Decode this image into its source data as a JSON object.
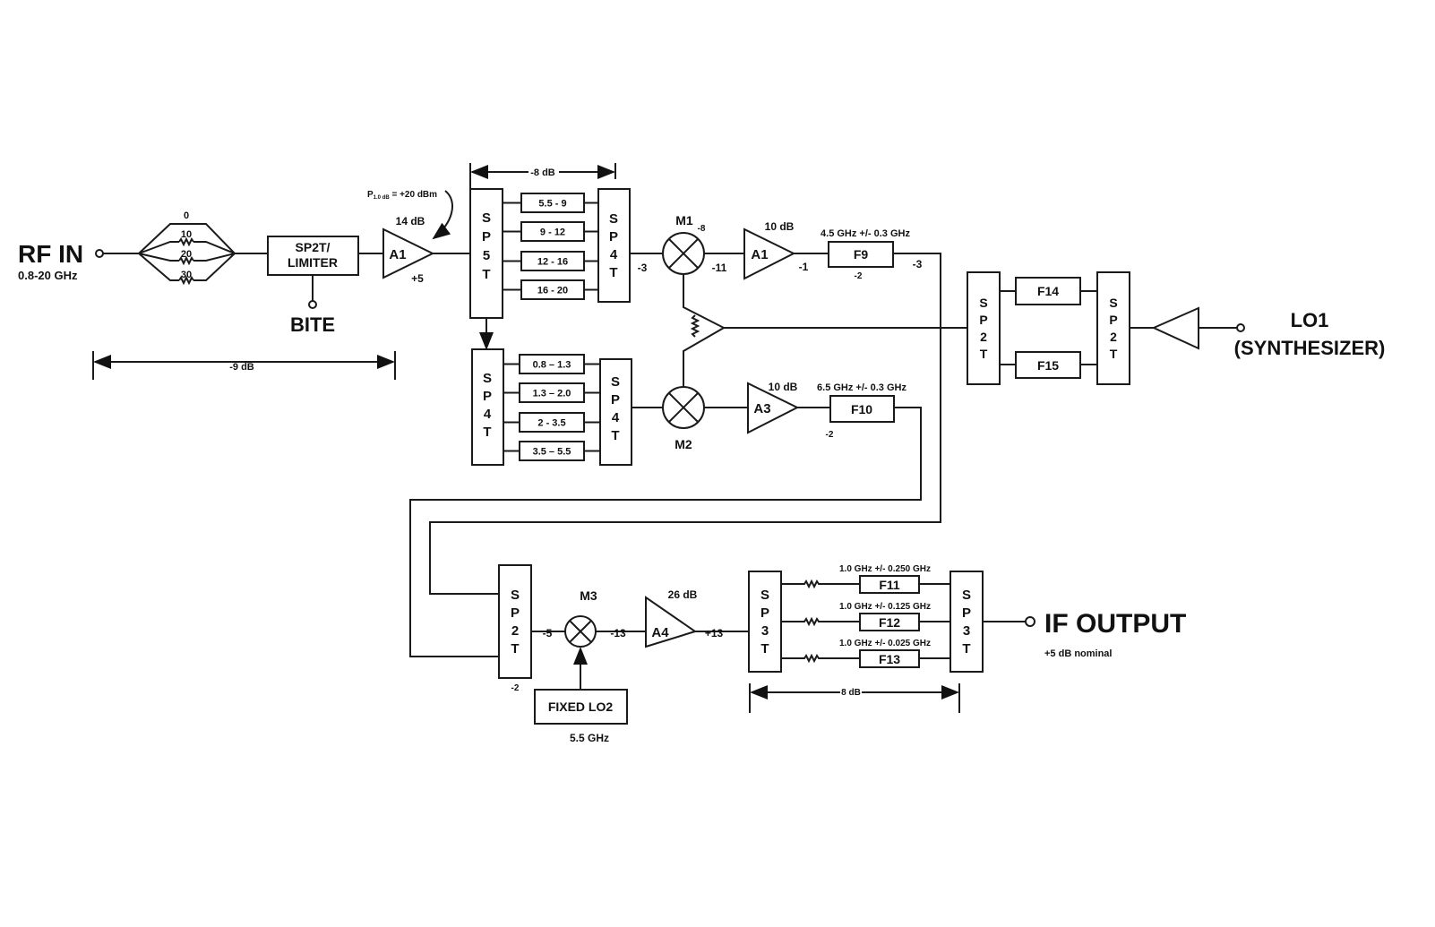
{
  "rf_in": {
    "label": "RF IN",
    "range": "0.8-20 GHz"
  },
  "attenuator": {
    "steps": [
      "0",
      "10",
      "20",
      "30"
    ]
  },
  "limiter": {
    "line1": "SP2T/",
    "line2": "LIMITER",
    "bite": "BITE"
  },
  "amp_a1_in": {
    "name": "A1",
    "gain": "14 dB",
    "level": "+5",
    "p1db_main": "P",
    "p1db_sub": "1.0 dB",
    "p1db_value": " = +20 dBm"
  },
  "dim_front": "-9 dB",
  "dim_filterbank": "-8 dB",
  "high_band": {
    "switch_in": "SP5T",
    "switch_out": "SP4T",
    "filters": [
      "5.5 - 9",
      "9 - 12",
      "12 - 16",
      "16 - 20"
    ],
    "level_out": "-3",
    "mixer": "M1",
    "mixer_loss": "-8",
    "mixer_out": "-11",
    "amp": "A1",
    "amp_gain": "10 dB",
    "amp_out": "-1",
    "filter": "F9",
    "filter_spec": "4.5 GHz +/- 0.3 GHz",
    "filter_loss": "-2",
    "filter_out": "-3"
  },
  "low_band": {
    "switch_in": "SP4T",
    "switch_out": "SP4T",
    "filters": [
      "0.8 – 1.3",
      "1.3 – 2.0",
      "2  - 3.5",
      "3.5 – 5.5"
    ],
    "mixer": "M2",
    "amp": "A3",
    "amp_gain": "10 dB",
    "filter": "F10",
    "filter_spec": "6.5 GHz +/- 0.3 GHz",
    "filter_loss": "-2"
  },
  "lo1": {
    "switch_a": "SP2T",
    "switch_b": "SP2T",
    "filters": [
      "F14",
      "F15"
    ],
    "label1": "LO1",
    "label2": "(SYNTHESIZER)"
  },
  "if_stage": {
    "switch": "SP2T",
    "switch_loss": "-2",
    "level_in": "-5",
    "mixer": "M3",
    "mixer_out": "-13",
    "amp": "A4",
    "amp_gain": "26 dB",
    "amp_out": "+13",
    "lo2": "FIXED LO2",
    "lo2_freq": "5.5 GHz",
    "switch_in": "SP3T",
    "switch_out": "SP3T",
    "filters": [
      {
        "name": "F11",
        "spec": "1.0 GHz +/- 0.250 GHz"
      },
      {
        "name": "F12",
        "spec": "1.0 GHz +/- 0.125 GHz"
      },
      {
        "name": "F13",
        "spec": "1.0 GHz +/- 0.025 GHz"
      }
    ],
    "dim": "8 dB"
  },
  "if_output": {
    "label": "IF OUTPUT",
    "note": "+5 dB nominal"
  }
}
